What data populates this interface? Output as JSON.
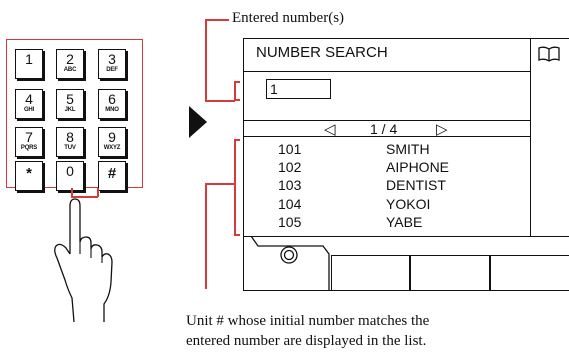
{
  "callouts": {
    "entered_numbers": "Entered number(s)",
    "caption_line1": "Unit # whose initial number matches the",
    "caption_line2": "entered number are displayed in the list."
  },
  "keypad": {
    "keys": [
      {
        "digit": "1",
        "letters": ""
      },
      {
        "digit": "2",
        "letters": "ABC"
      },
      {
        "digit": "3",
        "letters": "DEF"
      },
      {
        "digit": "4",
        "letters": "GHI"
      },
      {
        "digit": "5",
        "letters": "JKL"
      },
      {
        "digit": "6",
        "letters": "MNO"
      },
      {
        "digit": "7",
        "letters": "PQRS"
      },
      {
        "digit": "8",
        "letters": "TUV"
      },
      {
        "digit": "9",
        "letters": "WXYZ"
      },
      {
        "digit": "*",
        "letters": ""
      },
      {
        "digit": "0",
        "letters": ""
      },
      {
        "digit": "#",
        "letters": ""
      }
    ]
  },
  "screen": {
    "title": "NUMBER SEARCH",
    "input_value": "1",
    "pager": {
      "prev_glyph": "◁",
      "page_text": "1 / 4",
      "next_glyph": "▷"
    },
    "list": [
      {
        "unit": "101",
        "name": "SMITH"
      },
      {
        "unit": "102",
        "name": "AIPHONE"
      },
      {
        "unit": "103",
        "name": "DENTIST"
      },
      {
        "unit": "104",
        "name": "YOKOI"
      },
      {
        "unit": "105",
        "name": "YABE"
      }
    ]
  },
  "icons": {
    "book": "book-icon",
    "home": "home-ring-icon",
    "arrow": "right-triangle-icon",
    "hand": "hand-pointer-icon"
  }
}
